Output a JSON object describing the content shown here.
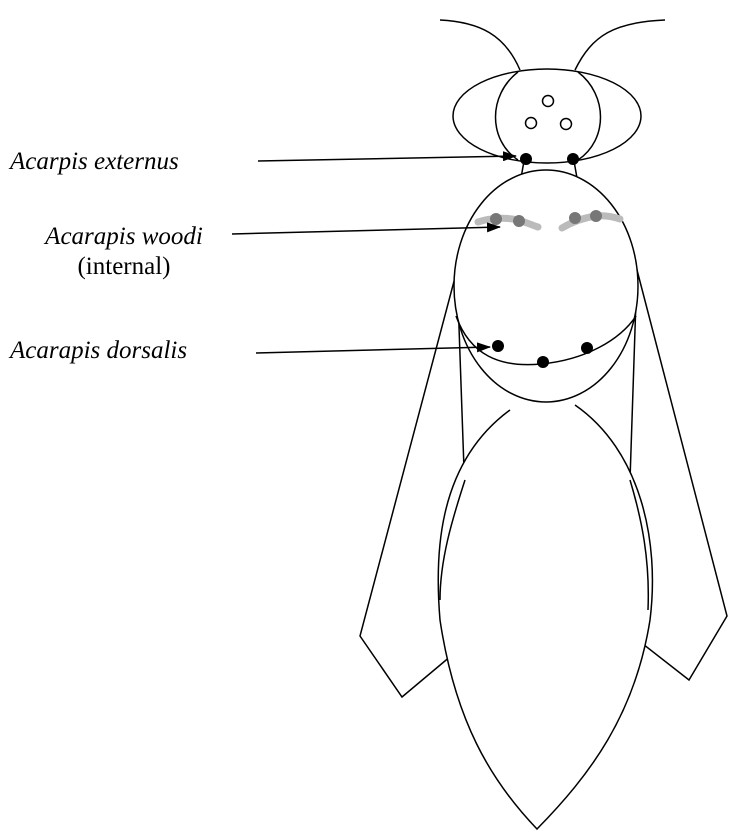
{
  "labels": {
    "externus": "Acarpis externus",
    "woodi": "Acarapis woodi",
    "woodi_note": "(internal)",
    "dorsalis": "Acarapis dorsalis"
  },
  "colors": {
    "outline": "#000000",
    "mite_dark": "#000000",
    "mite_gray": "#777777",
    "mite_light_gray": "#bbbbbb",
    "background": "#ffffff"
  }
}
